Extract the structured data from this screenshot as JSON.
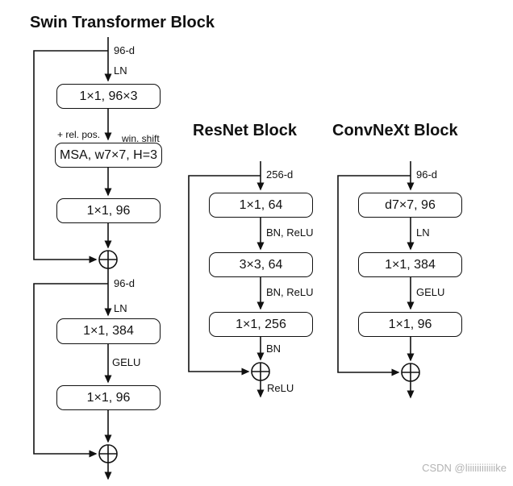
{
  "colors": {
    "line": "#111111",
    "box_border": "#111111",
    "background": "#ffffff",
    "watermark": "#b3b3b3"
  },
  "watermark": {
    "text": "CSDN @liiiiiiiiiiiike"
  },
  "swin": {
    "title": "Swin Transformer Block",
    "labels": {
      "input_dim": "96-d",
      "ln1": "LN",
      "rel_pos": "+ rel. pos.",
      "win_shift": "win. shift",
      "mid_dim": "96-d",
      "ln2": "LN",
      "gelu": "GELU"
    },
    "boxes": {
      "conv1": "1×1, 96×3",
      "msa": "MSA, w7×7, H=3",
      "conv2": "1×1, 96",
      "conv3": "1×1, 384",
      "conv4": "1×1, 96"
    }
  },
  "resnet": {
    "title": "ResNet Block",
    "labels": {
      "input_dim": "256-d",
      "bn_relu1": "BN, ReLU",
      "bn_relu2": "BN, ReLU",
      "bn": "BN",
      "relu_out": "ReLU"
    },
    "boxes": {
      "conv1": "1×1, 64",
      "conv2": "3×3, 64",
      "conv3": "1×1, 256"
    }
  },
  "convnext": {
    "title": "ConvNeXt Block",
    "labels": {
      "input_dim": "96-d",
      "ln": "LN",
      "gelu": "GELU"
    },
    "boxes": {
      "dwconv": "d7×7, 96",
      "conv2": "1×1, 384",
      "conv3": "1×1, 96"
    }
  }
}
